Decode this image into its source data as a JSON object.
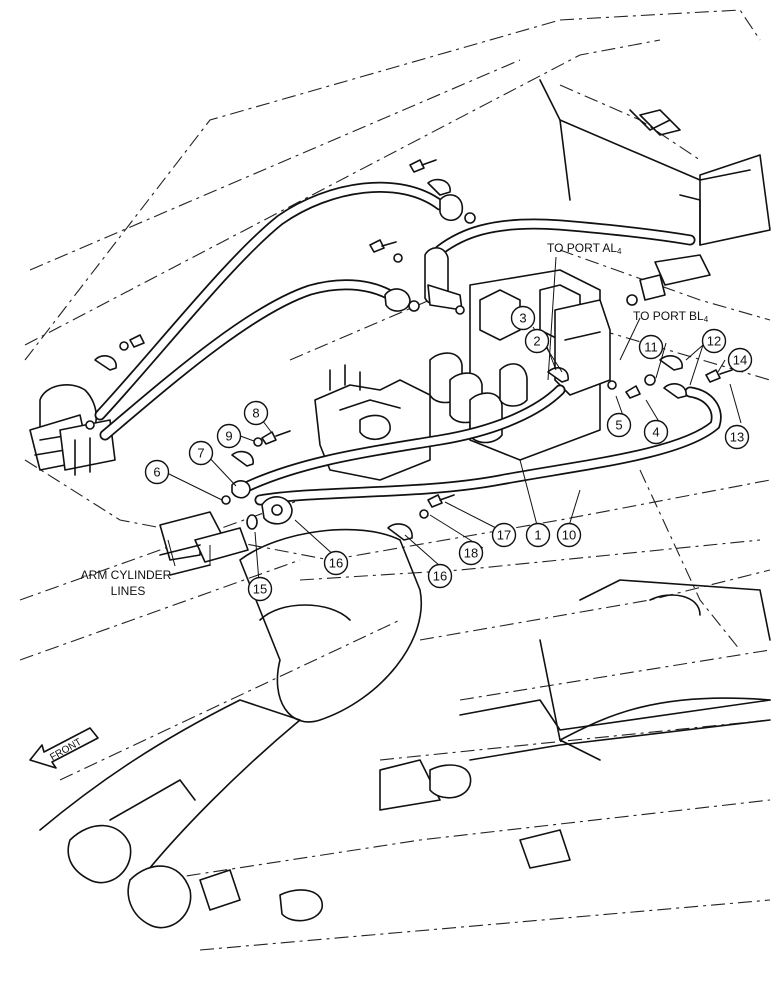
{
  "labels": {
    "to_port_al": "TO PORT AL",
    "to_port_al_sub": "4",
    "to_port_bl": "TO PORT BL",
    "to_port_bl_sub": "4",
    "arm_cylinder_1": "ARM CYLINDER",
    "arm_cylinder_2": "LINES",
    "front": "FRONT"
  },
  "callouts": [
    "1",
    "2",
    "3",
    "4",
    "5",
    "6",
    "7",
    "8",
    "9",
    "10",
    "11",
    "12",
    "13",
    "14",
    "15",
    "16",
    "16",
    "17",
    "18"
  ]
}
